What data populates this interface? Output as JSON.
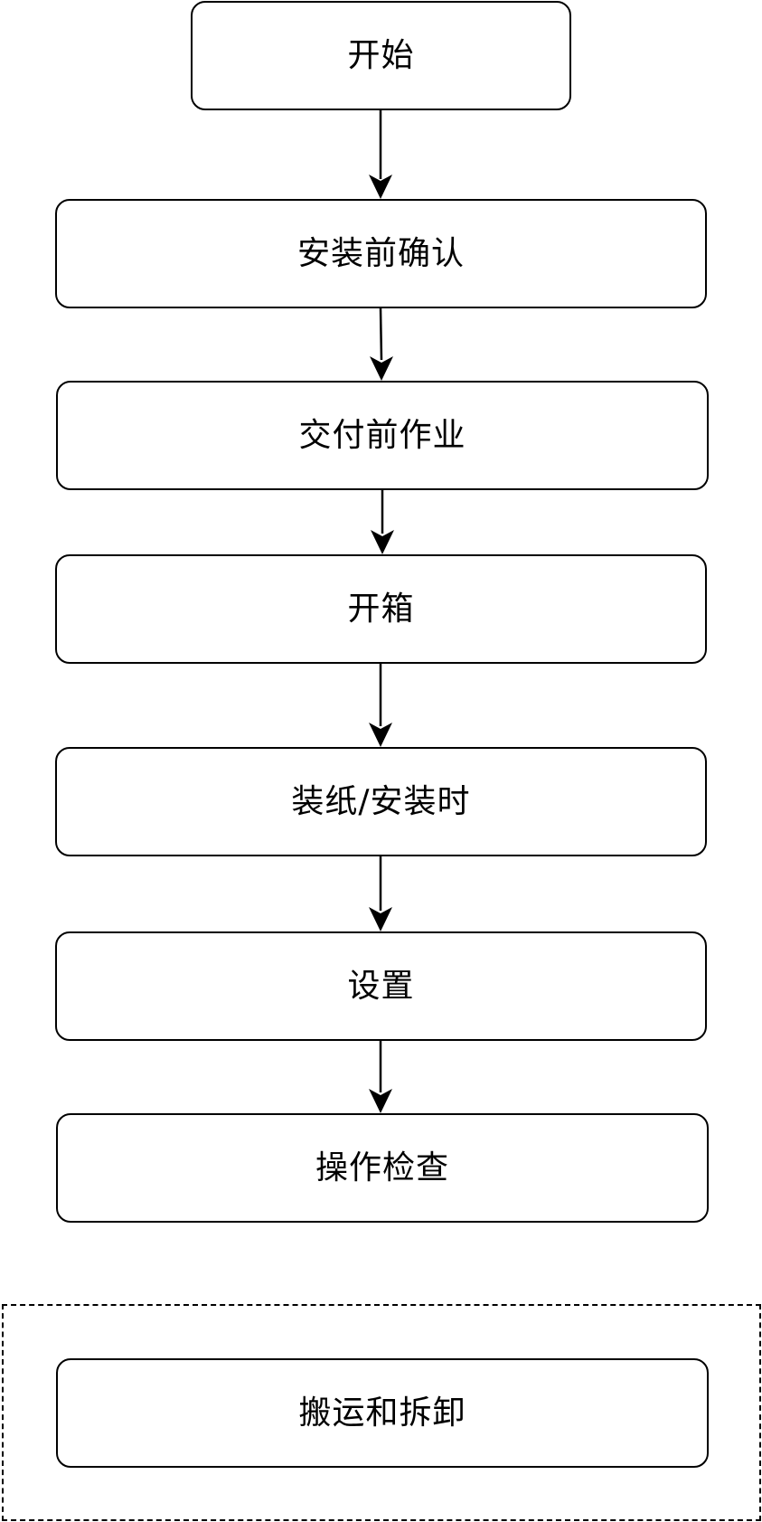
{
  "flowchart": {
    "nodes": [
      {
        "id": "start",
        "label": "开始"
      },
      {
        "id": "pre-install-confirm",
        "label": "安装前确认"
      },
      {
        "id": "pre-delivery-work",
        "label": "交付前作业"
      },
      {
        "id": "unboxing",
        "label": "开箱"
      },
      {
        "id": "paper-loading-installation",
        "label": "装纸/安装时"
      },
      {
        "id": "settings",
        "label": "设置"
      },
      {
        "id": "operation-check",
        "label": "操作检查"
      }
    ],
    "edges": [
      {
        "from": "start",
        "to": "pre-install-confirm"
      },
      {
        "from": "pre-install-confirm",
        "to": "pre-delivery-work"
      },
      {
        "from": "pre-delivery-work",
        "to": "unboxing"
      },
      {
        "from": "unboxing",
        "to": "paper-loading-installation"
      },
      {
        "from": "paper-loading-installation",
        "to": "settings"
      },
      {
        "from": "settings",
        "to": "operation-check"
      }
    ],
    "separate_group": {
      "border_style": "dashed",
      "node": {
        "id": "transport-dismantle",
        "label": "搬运和拆卸"
      }
    }
  }
}
